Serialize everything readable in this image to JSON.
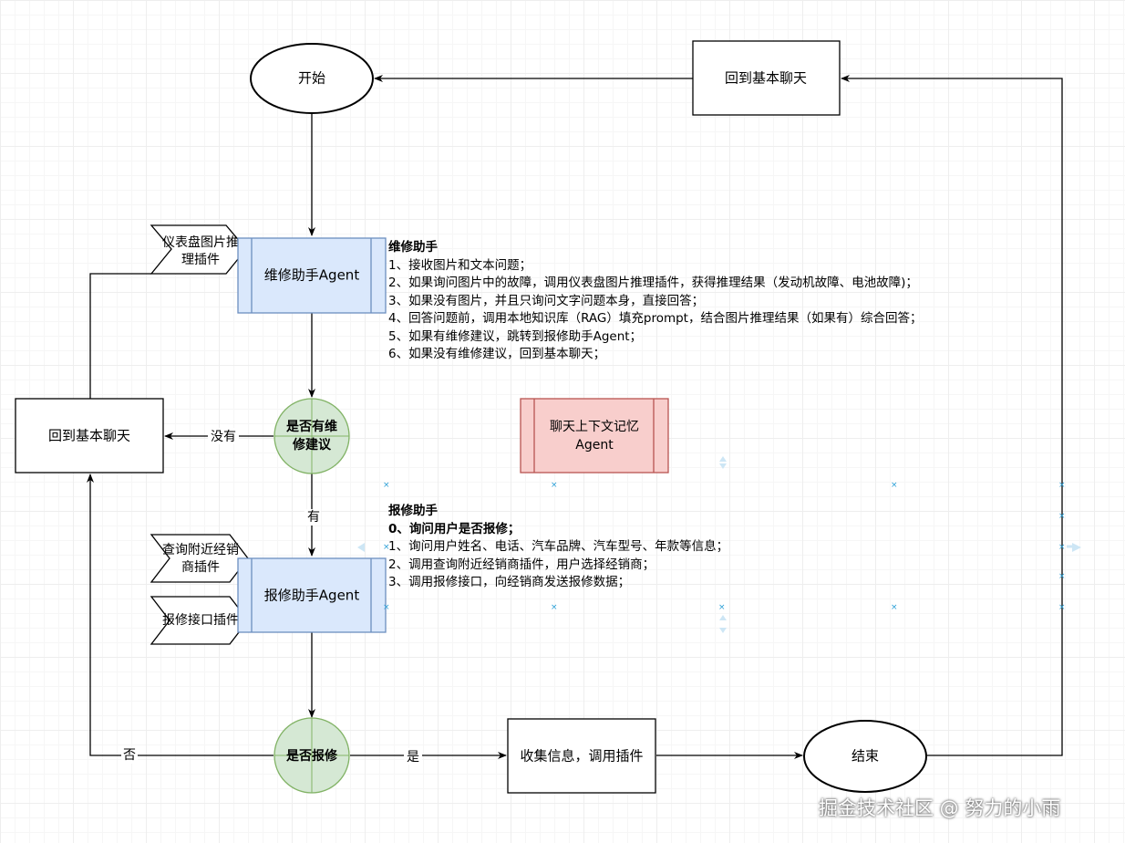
{
  "nodes": {
    "start": "开始",
    "back_chat_top": "回到基本聊天",
    "repair_agent": "维修助手Agent",
    "dashboard_plugin": [
      "仪表盘图片推",
      "理插件"
    ],
    "has_advice": [
      "是否有维",
      "修建议"
    ],
    "back_chat_left": "回到基本聊天",
    "memory_agent": [
      "聊天上下文记忆",
      "Agent"
    ],
    "dealer_plugin": [
      "查询附近经销",
      "商插件"
    ],
    "report_plugin": "报修接口插件",
    "report_agent": "报修助手Agent",
    "is_report": "是否报修",
    "collect_info": "收集信息，调用插件",
    "end": "结束"
  },
  "edge_labels": {
    "no_advice": "没有",
    "has": "有",
    "no": "否",
    "yes": "是"
  },
  "repair_desc": {
    "title": "维修助手",
    "lines": [
      "1、接收图片和文本问题；",
      "2、如果询问图片中的故障，调用仪表盘图片推理插件，获得推理结果（发动机故障、电池故障)；",
      "3、如果没有图片，并且只询问文字问题本身，直接回答；",
      "4、回答问题前，调用本地知识库（RAG）填充prompt，结合图片推理结果（如果有）综合回答；",
      "5、如果有维修建议，跳转到报修助手Agent；",
      "6、如果没有维修建议，回到基本聊天；"
    ]
  },
  "report_desc": {
    "title": "报修助手",
    "subtitle": "0、询问用户是否报修；",
    "lines": [
      "1、询问用户姓名、电话、汽车品牌、汽车型号、年款等信息；",
      "2、调用查询附近经销商插件，用户选择经销商；",
      "3、调用报修接口，向经销商发送报修数据；"
    ]
  },
  "watermark": "掘金技术社区 @ 努力的小雨",
  "colors": {
    "agent_fill": "#dae8fc",
    "agent_stroke": "#6c8ebf",
    "decision_fill": "#d5e8d4",
    "decision_stroke": "#82b366",
    "memory_fill": "#f8cecc",
    "memory_stroke": "#b85450"
  }
}
